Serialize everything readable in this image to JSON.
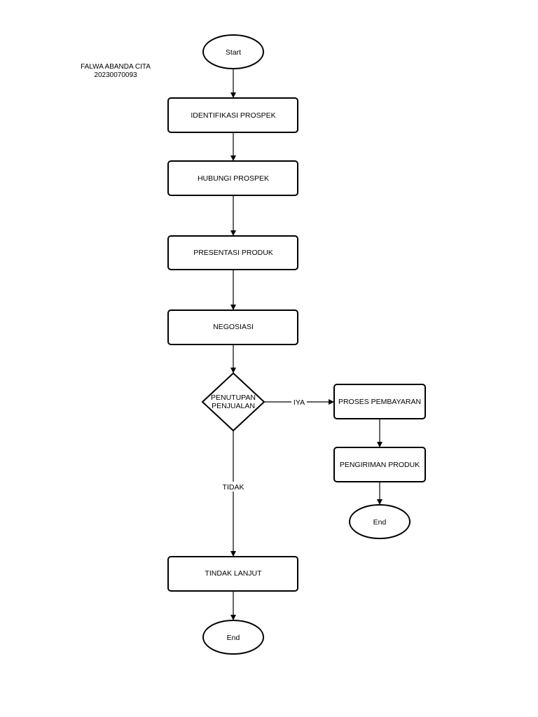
{
  "author": {
    "name": "FALWA ABANDA CITA",
    "id": "20230070093"
  },
  "nodes": {
    "start": "Start",
    "identify": "IDENTIFIKASI PROSPEK",
    "contact": "HUBUNGI PROSPEK",
    "present": "PRESENTASI PRODUK",
    "negotiate": "NEGOSIASI",
    "closing_line1": "PENUTUPAN",
    "closing_line2": "PENJUALAN",
    "payment": "PROSES PEMBAYARAN",
    "shipping": "PENGIRIMAN PRODUK",
    "end_right": "End",
    "followup": "TINDAK LANJUT",
    "end_bottom": "End"
  },
  "edges": {
    "yes_label": "IYA",
    "no_label": "TIDAK"
  }
}
